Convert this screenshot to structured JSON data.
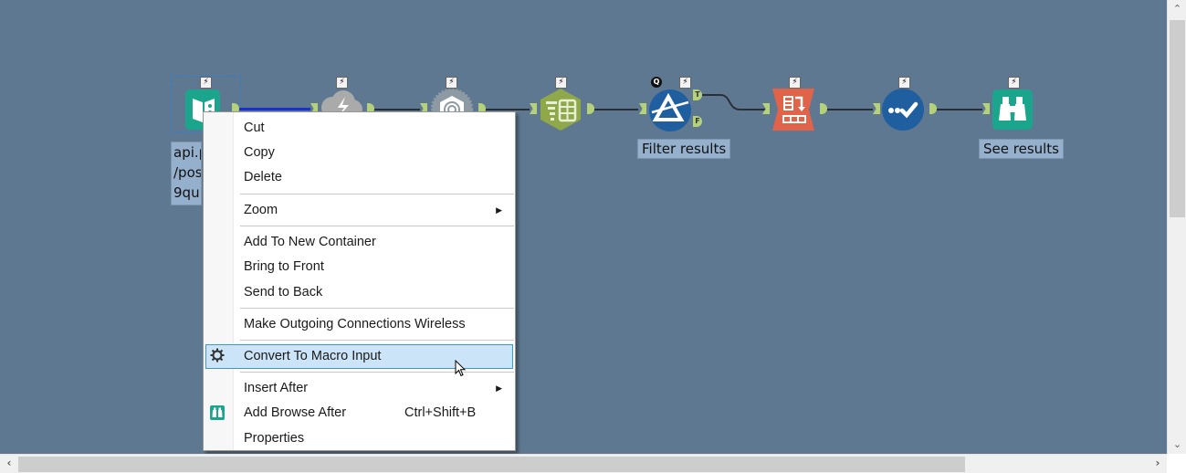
{
  "canvas": {
    "background": "#5f7891",
    "tools": [
      {
        "id": "input",
        "name": "Input Data",
        "icon": "book-icon",
        "color": "#1aa58c",
        "label": [
          "api.p",
          "/pos",
          "9qu"
        ]
      },
      {
        "id": "download",
        "name": "Download",
        "icon": "cloud-lightning-icon",
        "color": "#aaaaaa"
      },
      {
        "id": "json-parse",
        "name": "JSON Parse",
        "icon": "gear-hexagon-icon",
        "color": "#8e9aa3"
      },
      {
        "id": "text-to-columns",
        "name": "Text To Columns",
        "icon": "table-hexagon-icon",
        "color": "#8fa84a"
      },
      {
        "id": "filter",
        "name": "Filter",
        "icon": "prism-icon",
        "color": "#1f5fa0",
        "label": "Filter results",
        "anchors": [
          "T",
          "F"
        ],
        "badge_q": "Q"
      },
      {
        "id": "cross-tab",
        "name": "Cross Tab",
        "icon": "crosstab-icon",
        "color": "#e0634a"
      },
      {
        "id": "select",
        "name": "Select",
        "icon": "check-circle-icon",
        "color": "#1f5fa0"
      },
      {
        "id": "browse",
        "name": "Browse",
        "icon": "binoculars-icon",
        "color": "#1aa58c",
        "label": "See results"
      }
    ],
    "badge_glyph": "⚡"
  },
  "context_menu": {
    "items": [
      {
        "label": "Cut"
      },
      {
        "label": "Copy"
      },
      {
        "label": "Delete"
      },
      {
        "label": "Zoom",
        "submenu": "▶"
      },
      {
        "label": "Add To New Container"
      },
      {
        "label": "Bring to Front"
      },
      {
        "label": "Send to Back"
      },
      {
        "label": "Make Outgoing Connections Wireless"
      },
      {
        "label": "Convert To Macro Input",
        "highlighted": true
      },
      {
        "label": "Insert After",
        "submenu": "▶"
      },
      {
        "label": "Add Browse After",
        "shortcut": "Ctrl+Shift+B"
      },
      {
        "label": "Properties"
      }
    ]
  },
  "scrollbars": {
    "up": "⌃",
    "down": "⌄",
    "left": "‹",
    "right": "›"
  }
}
